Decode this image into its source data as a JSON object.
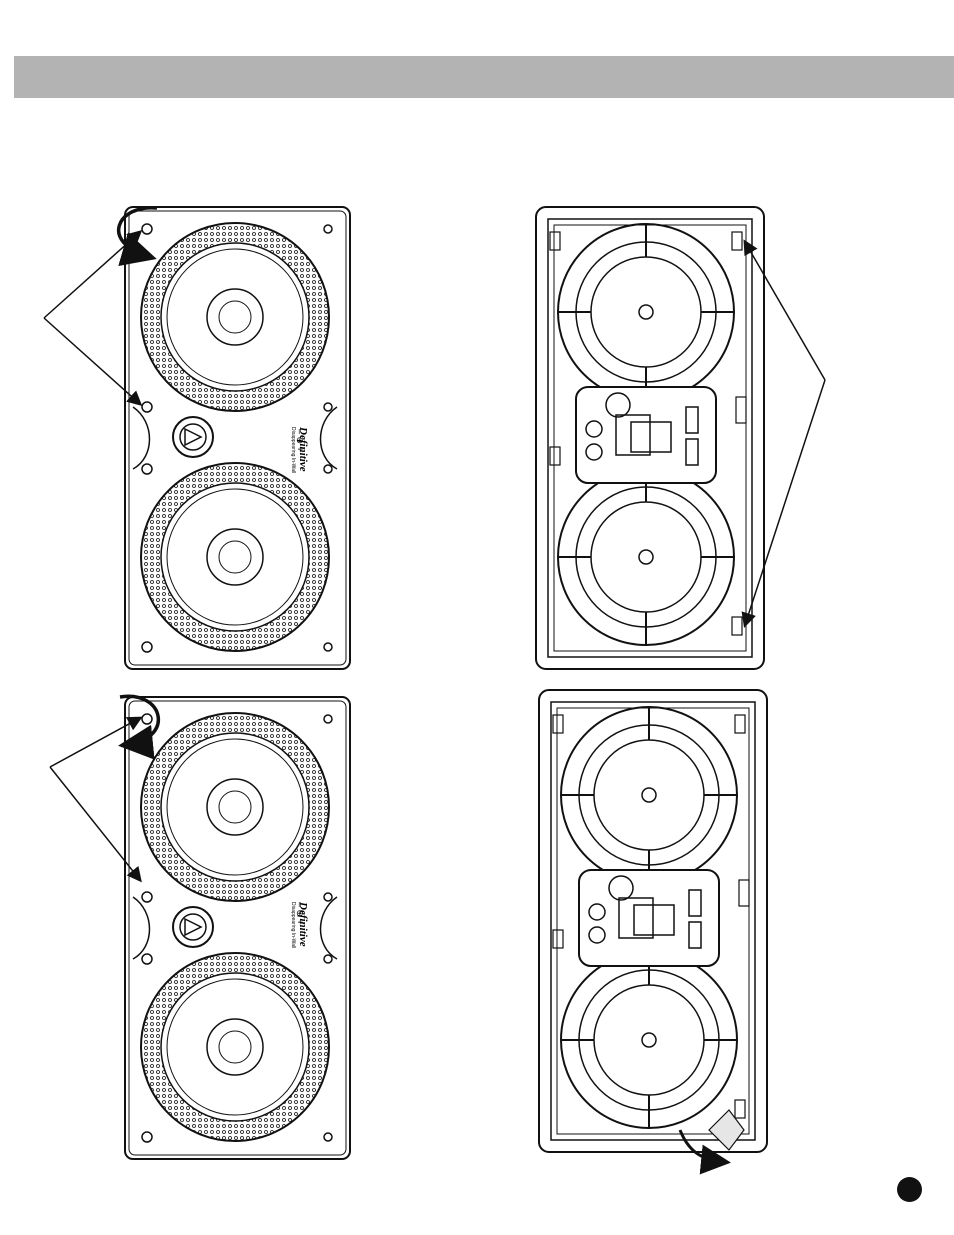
{
  "page": {
    "header_color": "#b3b3b3",
    "ink_color": "#111111"
  },
  "figures": {
    "front_grille_top": {
      "logo": "Definitive",
      "tagline": "Disappearing In-Wall",
      "polarity": "– ⊕ +"
    },
    "back_frame_top": {},
    "front_grille_bottom": {
      "logo": "Definitive",
      "tagline": "Disappearing In-Wall",
      "polarity": "– ⊕ +"
    },
    "back_frame_bottom": {}
  },
  "icons": {
    "rotate_arrow": "curved-arrow-icon",
    "pointer": "leader-arrow-icon",
    "page_marker": "black-circle-icon"
  }
}
